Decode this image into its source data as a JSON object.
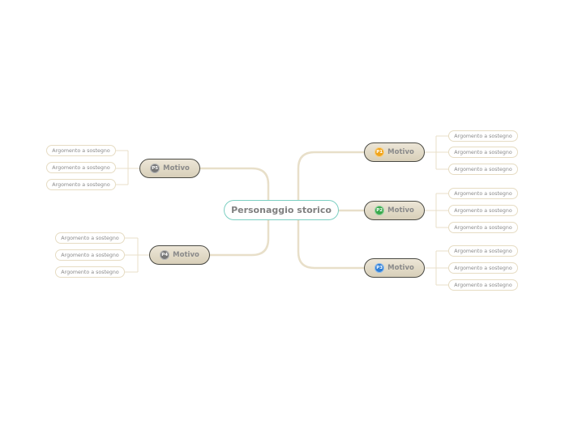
{
  "central_topic": "Personaggio storico",
  "colors": {
    "connector": "#e8dfc9",
    "central_border": "#7ccfc2",
    "p1_badge": "#f0a419",
    "p2_badge": "#3aa94c",
    "p3_badge": "#2f7fd6",
    "p4_badge": "#777777",
    "p5_badge": "#777777"
  },
  "branches": [
    {
      "badge": "P1",
      "label": "Motivo",
      "supports": [
        "Argomento a sostegno",
        "Argomento a sostegno",
        "Argomento a sostegno"
      ]
    },
    {
      "badge": "P2",
      "label": "Motivo",
      "supports": [
        "Argomento a sostegno",
        "Argomento a sostegno",
        "Argomento a sostegno"
      ]
    },
    {
      "badge": "P3",
      "label": "Motivo",
      "supports": [
        "Argomento a sostegno",
        "Argomento a sostegno",
        "Argomento a sostegno"
      ]
    },
    {
      "badge": "P4",
      "label": "Motivo",
      "supports": [
        "Argomento a sostegno",
        "Argomento a sostegno",
        "Argomento a sostegno"
      ]
    },
    {
      "badge": "P5",
      "label": "Motivo",
      "supports": [
        "Argomento a sostegno",
        "Argomento a sostegno",
        "Argomento a sostegno"
      ]
    }
  ]
}
